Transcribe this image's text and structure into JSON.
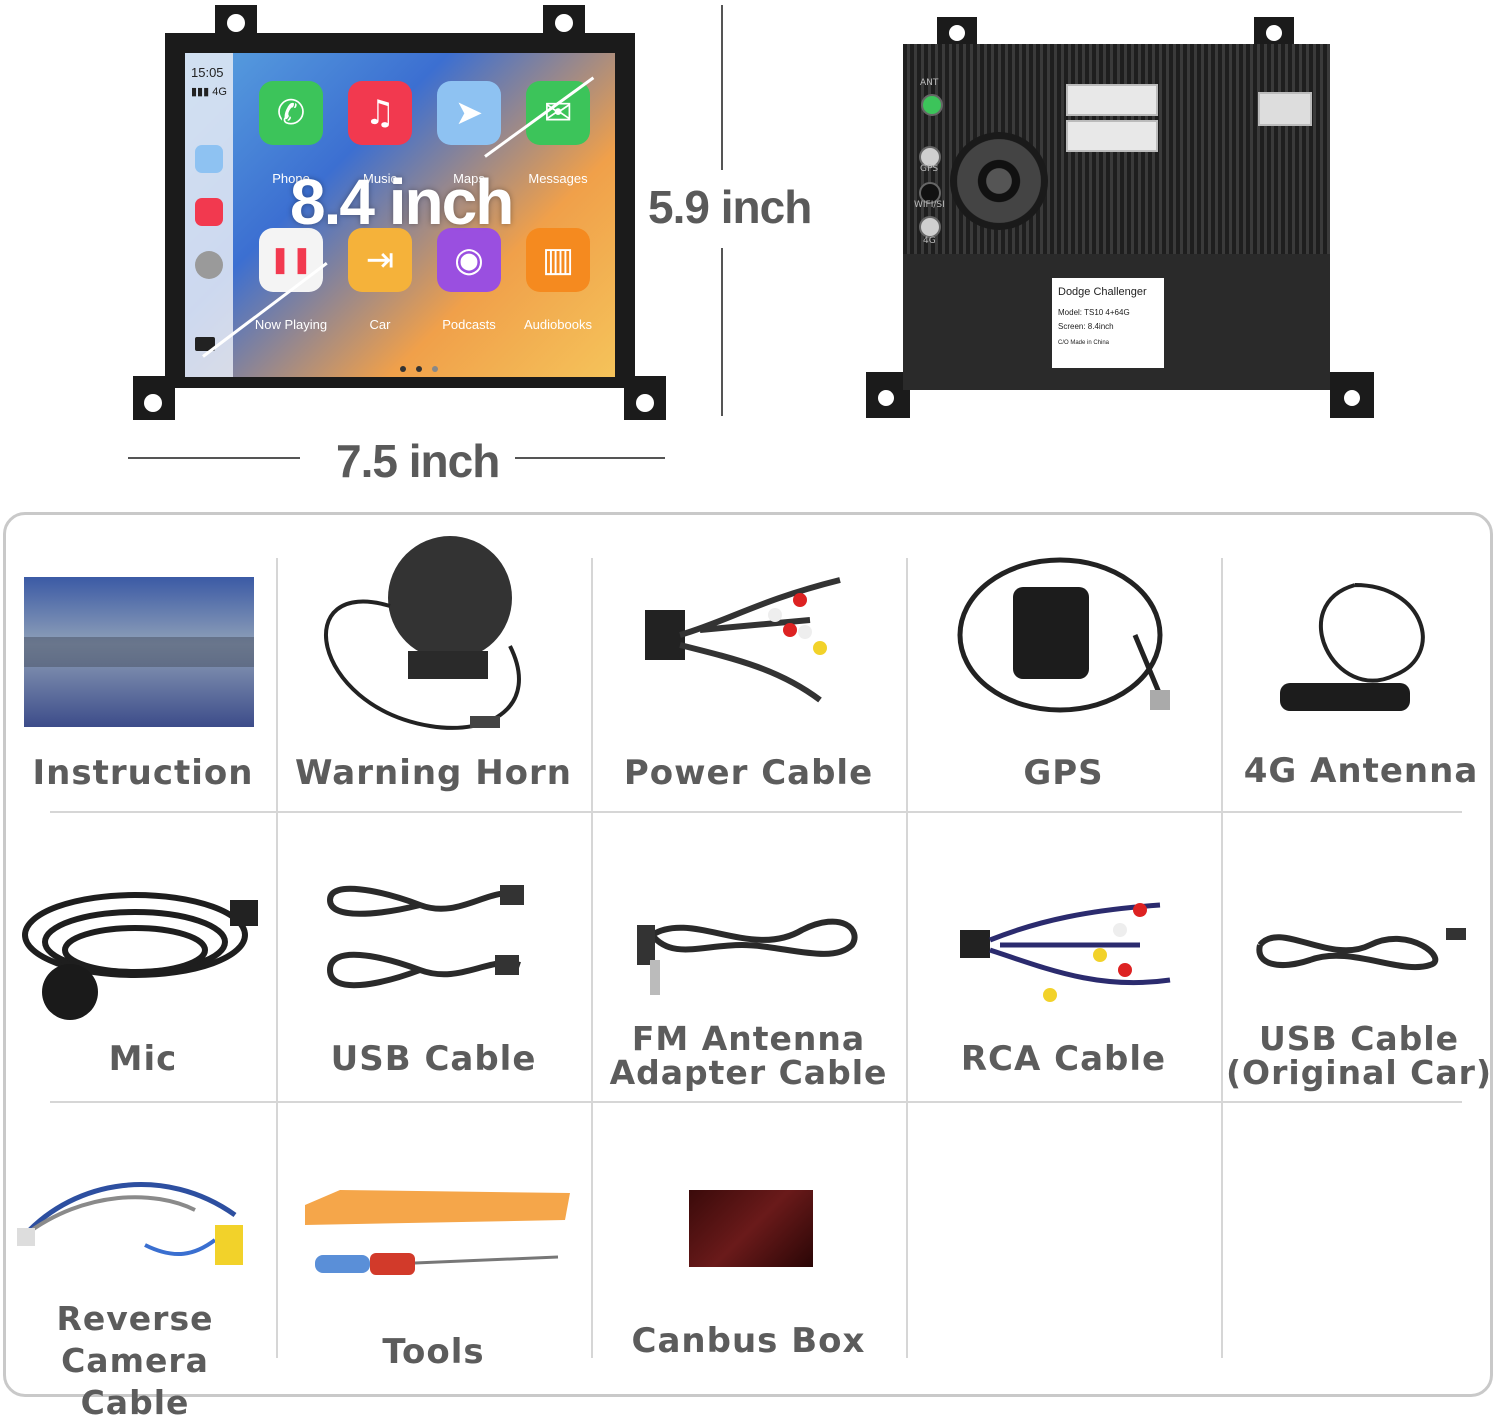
{
  "screen": {
    "time": "15:05",
    "network": "4G",
    "size_label": "8.4 inch",
    "apps": [
      {
        "label": "Phone",
        "color": "#3cc45a",
        "glyph": "✆"
      },
      {
        "label": "Music",
        "color": "#f2394f",
        "glyph": "♫"
      },
      {
        "label": "Maps",
        "color": "#8ec2f2",
        "glyph": "➤"
      },
      {
        "label": "Messages",
        "color": "#3cc45a",
        "glyph": "✉"
      },
      {
        "label": "Now Playing",
        "color": "#f4f4f4",
        "glyph": "❚❚"
      },
      {
        "label": "Car",
        "color": "#f5b23a",
        "glyph": "⇥"
      },
      {
        "label": "Podcasts",
        "color": "#9a4fe0",
        "glyph": "◉"
      },
      {
        "label": "Audiobooks",
        "color": "#f58a1f",
        "glyph": "▥"
      }
    ]
  },
  "dimensions": {
    "width": "7.5 inch",
    "height": "5.9 inch"
  },
  "rear_label": {
    "title": "Dodge  Challenger",
    "model": "Model: TS10 4+64G",
    "screen": "Screen: 8.4inch",
    "origin": "C/O Made in China"
  },
  "rear_ports": {
    "ant": "ANT",
    "gps": "GPS",
    "wifi": "WIFI/SI",
    "lte": "4G"
  },
  "accessories": [
    {
      "name": "Instruction"
    },
    {
      "name": "Warning Horn"
    },
    {
      "name": "Power Cable"
    },
    {
      "name": "GPS"
    },
    {
      "name": "4G Antenna"
    },
    {
      "name": "Mic"
    },
    {
      "name": "USB Cable"
    },
    {
      "name_line1": "FM Antenna",
      "name_line2": "Adapter Cable"
    },
    {
      "name": "RCA Cable"
    },
    {
      "name_line1": "USB Cable",
      "name_line2": "(Original Car)"
    },
    {
      "name_line1": "Reverse",
      "name_line2": "Camera Cable"
    },
    {
      "name": "Tools"
    },
    {
      "name": "Canbus Box"
    }
  ]
}
